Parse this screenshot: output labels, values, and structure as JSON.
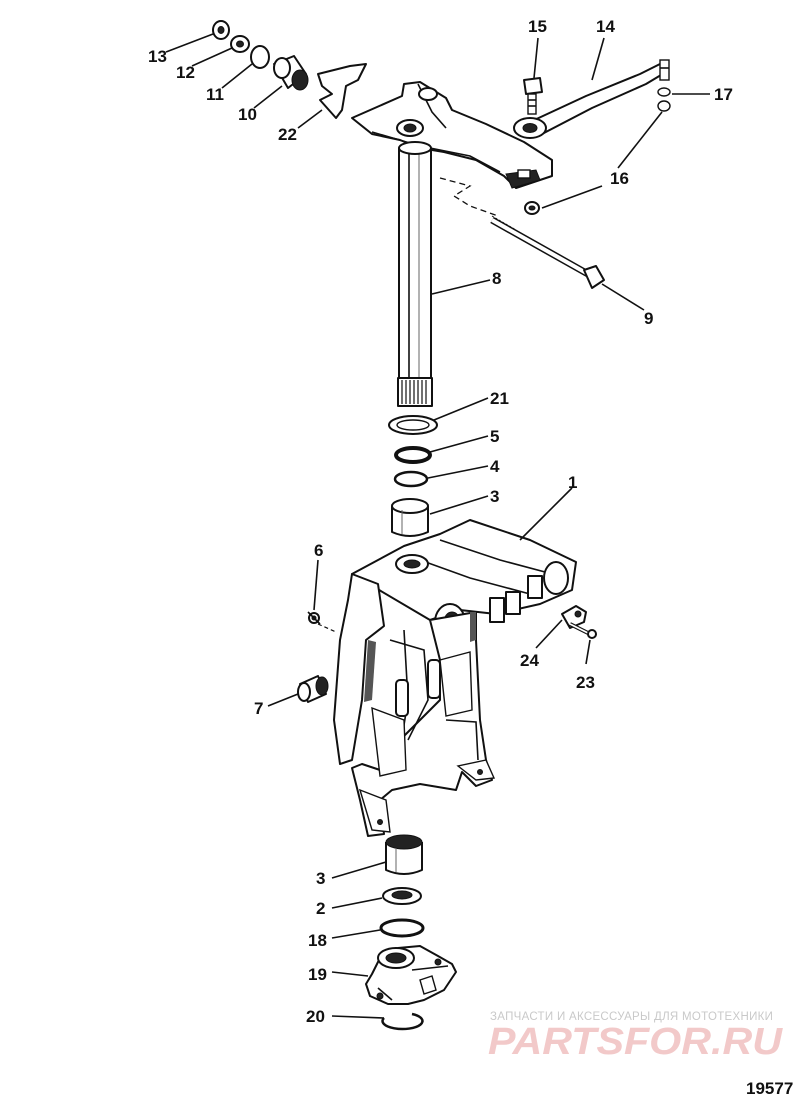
{
  "callouts": {
    "c1": "1",
    "c2": "2",
    "c3a": "3",
    "c3b": "3",
    "c4": "4",
    "c5": "5",
    "c6": "6",
    "c7": "7",
    "c8": "8",
    "c9": "9",
    "c10": "10",
    "c11": "11",
    "c12": "12",
    "c13": "13",
    "c14": "14",
    "c15": "15",
    "c16": "16",
    "c17": "17",
    "c18": "18",
    "c19": "19",
    "c20": "20",
    "c21": "21",
    "c22": "22",
    "c23": "23",
    "c24": "24"
  },
  "watermark": {
    "tagline": "ЗАПЧАСТИ И АКСЕССУАРЫ ДЛЯ МОТОТЕХНИКИ",
    "logo": "PARTSFOR.RU"
  },
  "drawing_number": "19577"
}
